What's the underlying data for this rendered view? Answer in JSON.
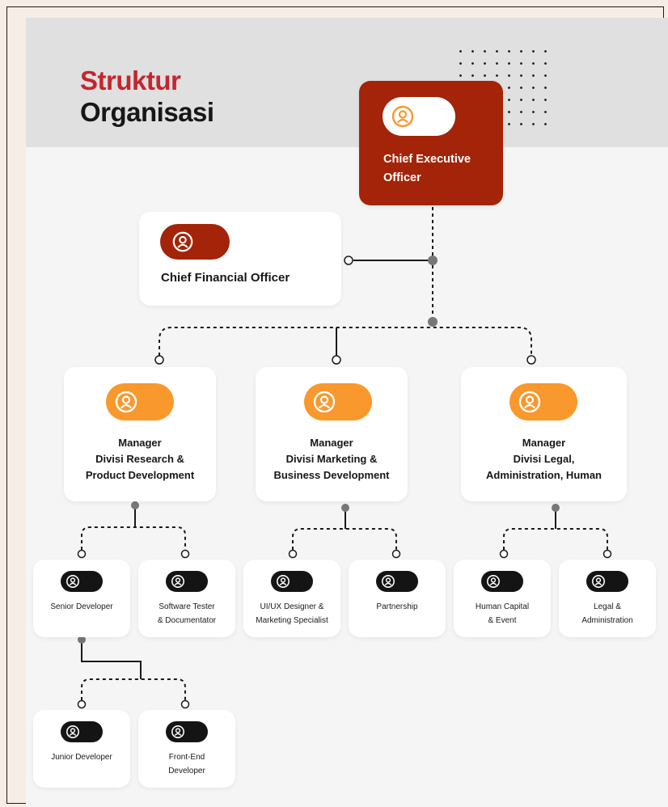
{
  "title": {
    "line1": "Struktur",
    "line2": "Organisasi"
  },
  "colors": {
    "accent_red": "#c4262e",
    "ceo_card": "#a32408",
    "manager_pill": "#f9982c",
    "cfo_pill": "#a32408",
    "staff_pill": "#141414",
    "connector": "#1a1a1a"
  },
  "ceo": {
    "line1": "Chief Executive",
    "line2": "Officer",
    "icon": "user-icon"
  },
  "cfo": {
    "label": "Chief Financial Officer",
    "icon": "user-icon"
  },
  "managers": [
    {
      "line1": "Manager",
      "line2": "Divisi Research &",
      "line3": "Product Development",
      "icon": "user-icon"
    },
    {
      "line1": "Manager",
      "line2": "Divisi Marketing &",
      "line3": "Business Development",
      "icon": "user-icon"
    },
    {
      "line1": "Manager",
      "line2": "Divisi Legal,",
      "line3": "Administration, Human",
      "icon": "user-icon"
    }
  ],
  "staff": [
    {
      "line1": "Senior Developer",
      "line2": ""
    },
    {
      "line1": "Software Tester",
      "line2": "& Documentator"
    },
    {
      "line1": "UI/UX Designer &",
      "line2": "Marketing Specialist"
    },
    {
      "line1": "Partnership",
      "line2": ""
    },
    {
      "line1": "Human Capital",
      "line2": "& Event"
    },
    {
      "line1": "Legal &",
      "line2": "Administration"
    }
  ],
  "sub_staff": [
    {
      "line1": "Junior Developer",
      "line2": ""
    },
    {
      "line1": "Front-End",
      "line2": "Developer"
    }
  ]
}
